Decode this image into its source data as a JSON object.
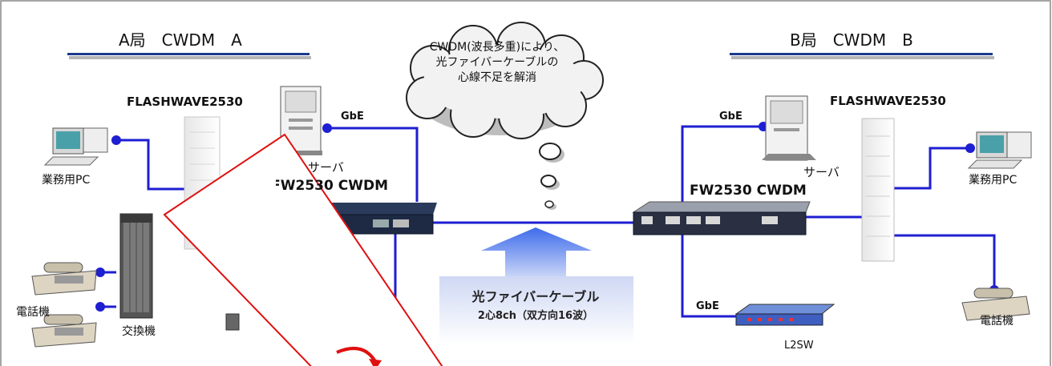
{
  "site_a": {
    "title": "A局　CWDM　A",
    "device": "FLASHWAVE2530",
    "cwdm_label": "FW2530 CWDM",
    "pc": "業務用PC",
    "phone": "電話機",
    "exchange": "交換機",
    "server": "サーバ",
    "link": "GbE"
  },
  "site_b": {
    "title": "B局　CWDM　B",
    "device": "FLASHWAVE2530",
    "cwdm_label": "FW2530 CWDM",
    "pc": "業務用PC",
    "phone": "電話機",
    "server": "サーバ",
    "switch": "L2SW",
    "link_server": "GbE",
    "link_switch": "GbE"
  },
  "cloud": {
    "line1": "CWDM(波長多重)により、",
    "line2": "光ファイバーケーブルの",
    "line3": "心線不足を解消"
  },
  "fiber": {
    "title": "光ファイバーケーブル",
    "detail": "2心8ch（双方向16波）"
  },
  "colors": {
    "link": "#1e1ed2",
    "underline": "#1a3a8a",
    "overlay_border": "#e01010",
    "arrow": "#3d6bea"
  }
}
